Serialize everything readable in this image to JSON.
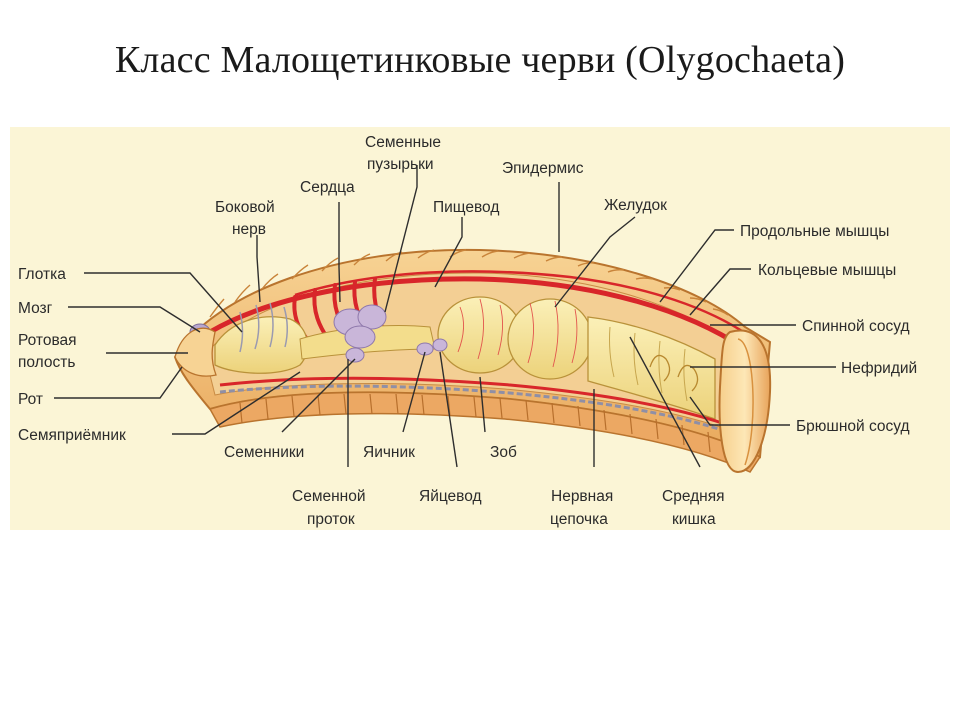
{
  "slide": {
    "title": "Класс Малощетинковые черви (Olygochaeta)"
  },
  "diagram": {
    "labels": {
      "glotka": "Глотка",
      "mozg": "Мозг",
      "rotovaya_1": "Ротовая",
      "rotovaya_2": "полость",
      "rot": "Рот",
      "semyapriemnik": "Семяприёмник",
      "bokovoy_1": "Боковой",
      "bokovoy_2": "нерв",
      "serdca": "Сердца",
      "semennye_1": "Семенные",
      "semennye_2": "пузырьки",
      "pishchevod": "Пищевод",
      "epidermis": "Эпидермис",
      "zheludok": "Желудок",
      "prodolnye": "Продольные мышцы",
      "kolcevye": "Кольцевые мышцы",
      "spinnoy": "Спинной сосуд",
      "nefridiy": "Нефридий",
      "bryushnoy": "Брюшной сосуд",
      "semenniki": "Семенники",
      "yaichnik": "Яичник",
      "zob": "Зоб",
      "semennoy_1": "Семенной",
      "semennoy_2": "проток",
      "yaicevod": "Яйцевод",
      "nervnaya_1": "Нервная",
      "nervnaya_2": "цепочка",
      "srednyaya_1": "Средняя",
      "srednyaya_2": "кишка"
    },
    "colors": {
      "background": "#fbf5d6",
      "body_wall": "#f2c17a",
      "body_dark": "#d8913f",
      "gut": "#f6e69a",
      "vessel": "#d8262a",
      "nerve": "#9a9ab0",
      "gland": "#c9b6d9"
    }
  }
}
